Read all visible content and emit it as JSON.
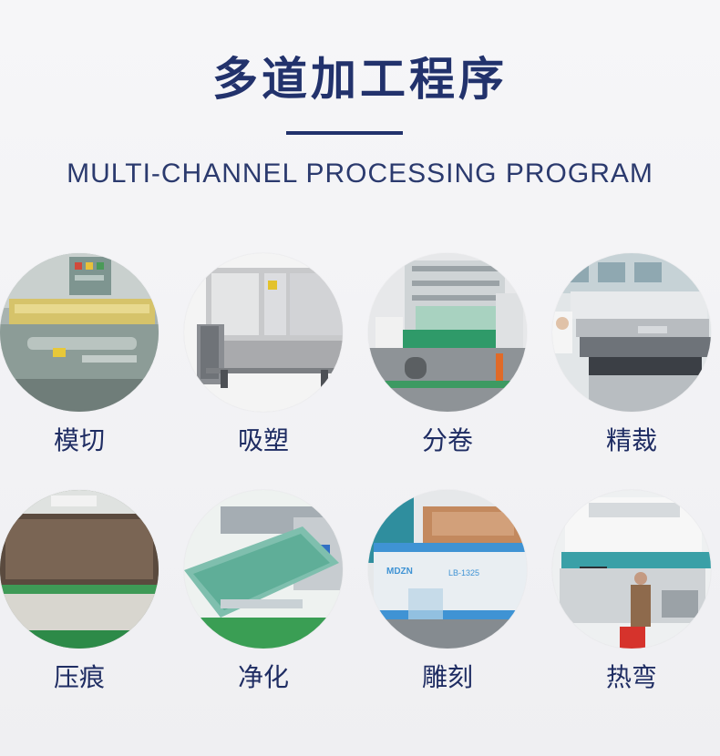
{
  "title": "多道加工程序",
  "subtitle": "MULTI-CHANNEL PROCESSING PROGRAM",
  "items": [
    {
      "label": "模切"
    },
    {
      "label": "吸塑"
    },
    {
      "label": "分卷"
    },
    {
      "label": "精裁"
    },
    {
      "label": "压痕"
    },
    {
      "label": "净化"
    },
    {
      "label": "雕刻",
      "machine_brand": "MDZN",
      "machine_model": "LB-1325"
    },
    {
      "label": "热弯"
    }
  ],
  "colors": {
    "title": "#22326c",
    "label": "#1f2d63",
    "background": "#f2f2f4"
  }
}
